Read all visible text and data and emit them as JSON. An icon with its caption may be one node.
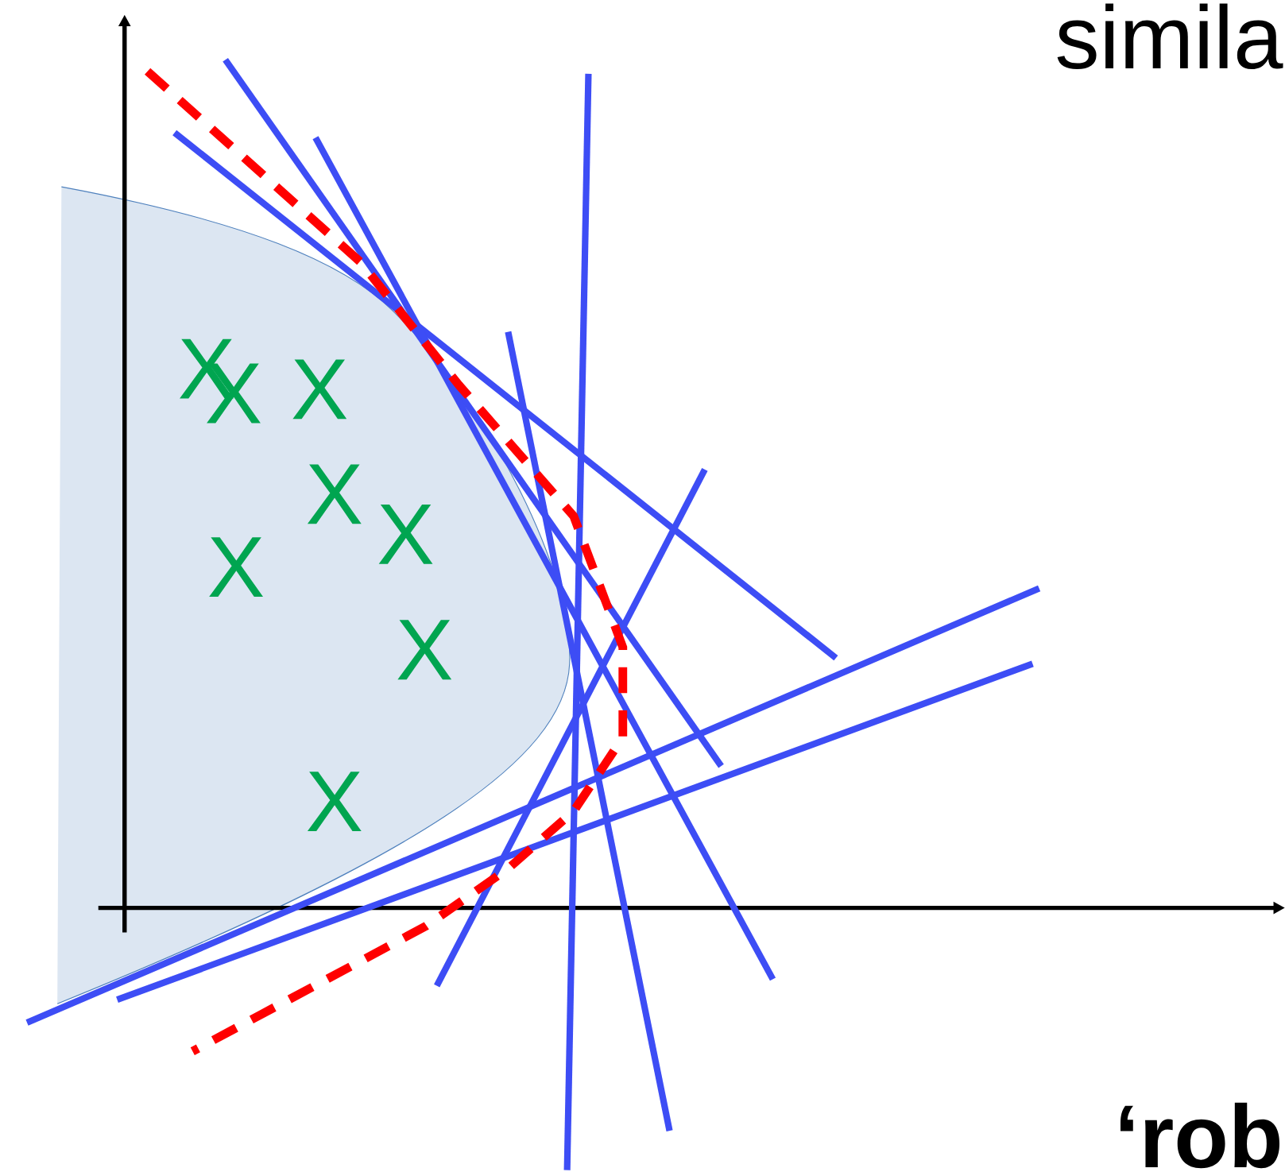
{
  "diagram": {
    "labels": [
      "simila",
      "X",
      "X",
      "X",
      "X",
      "X",
      "X",
      "X",
      "X",
      "‘rob"
    ]
  }
}
